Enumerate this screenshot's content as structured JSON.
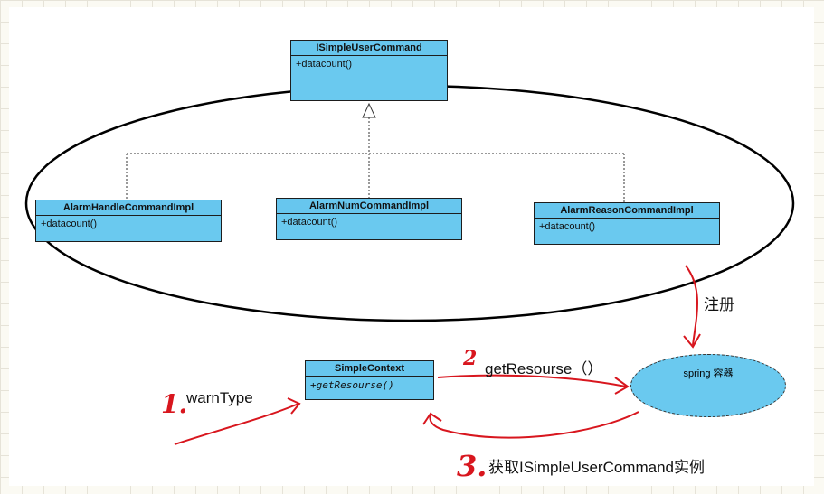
{
  "interface": {
    "name": "ISimpleUserCommand",
    "method": "+datacount()"
  },
  "implementations": [
    {
      "name": "AlarmHandleCommandImpl",
      "method": "+datacount()"
    },
    {
      "name": "AlarmNumCommandImpl",
      "method": "+datacount()"
    },
    {
      "name": "AlarmReasonCommandImpl",
      "method": "+datacount()"
    }
  ],
  "context": {
    "name": "SimpleContext",
    "method": "+getResourse()"
  },
  "container": {
    "label": "spring 容器"
  },
  "annotations": {
    "register": "注册",
    "step1_number": "1.",
    "step1_text": "warnType",
    "step2_number": "2",
    "step2_text": "getResourse（）",
    "step3_number": "3.",
    "step3_text": "获取ISimpleUserCommand实例"
  },
  "colors": {
    "box_fill": "#6ac9ef",
    "annotation_red": "#d8161e"
  }
}
